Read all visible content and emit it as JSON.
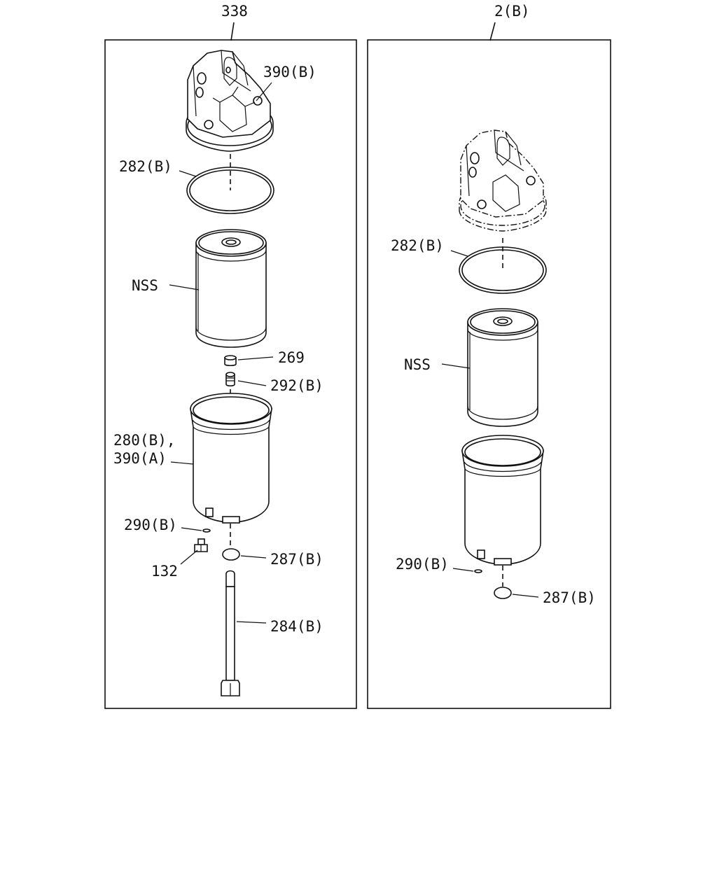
{
  "panels": [
    {
      "id": "left",
      "header": "338",
      "labels": {
        "head": "390(B)",
        "oring": "282(B)",
        "element": "NSS",
        "spacer": "269",
        "spring": "292(B)",
        "bowl_a": "280(B),",
        "bowl_b": "390(A)",
        "drain_seal": "290(B)",
        "plug": "132",
        "washer": "287(B)",
        "bolt": "284(B)"
      }
    },
    {
      "id": "right",
      "header": "2(B)",
      "labels": {
        "oring": "282(B)",
        "element": "NSS",
        "drain_seal": "290(B)",
        "washer": "287(B)"
      }
    }
  ],
  "colors": {
    "line": "#111111",
    "background": "#ffffff"
  }
}
